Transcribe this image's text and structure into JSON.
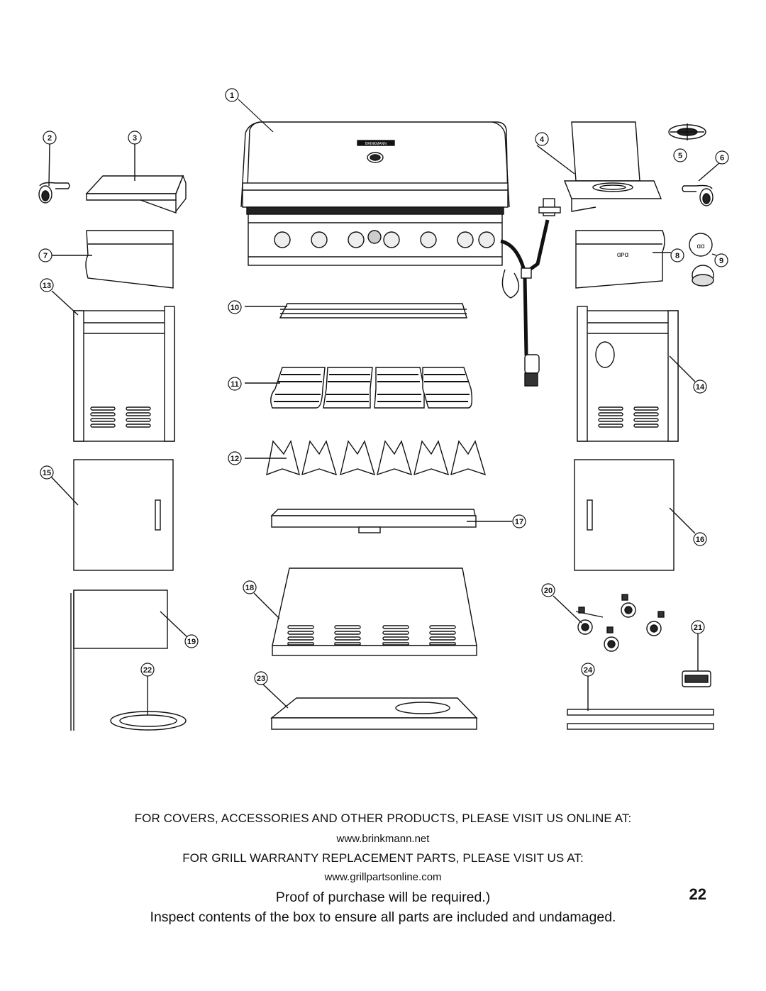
{
  "parts_diagram": {
    "callouts": [
      "1",
      "2",
      "3",
      "4",
      "5",
      "6",
      "7",
      "8",
      "9",
      "10",
      "11",
      "12",
      "13",
      "14",
      "15",
      "16",
      "17",
      "18",
      "19",
      "20",
      "21",
      "22",
      "23",
      "24"
    ],
    "logo_text": "BRINKMANN"
  },
  "footer": {
    "line1": "FOR COVERS, ACCESSORIES AND OTHER PRODUCTS, PLEASE VISIT US ONLINE AT:",
    "url1": "www.brinkmann.net",
    "line2": "FOR GRILL WARRANTY REPLACEMENT PARTS, PLEASE VISIT US AT:",
    "url2": "www.grillpartsonline.com",
    "line3": "Proof of purchase will be required.)",
    "line4": "Inspect contents of the box to ensure all parts are included and undamaged.",
    "page_number": "22"
  }
}
